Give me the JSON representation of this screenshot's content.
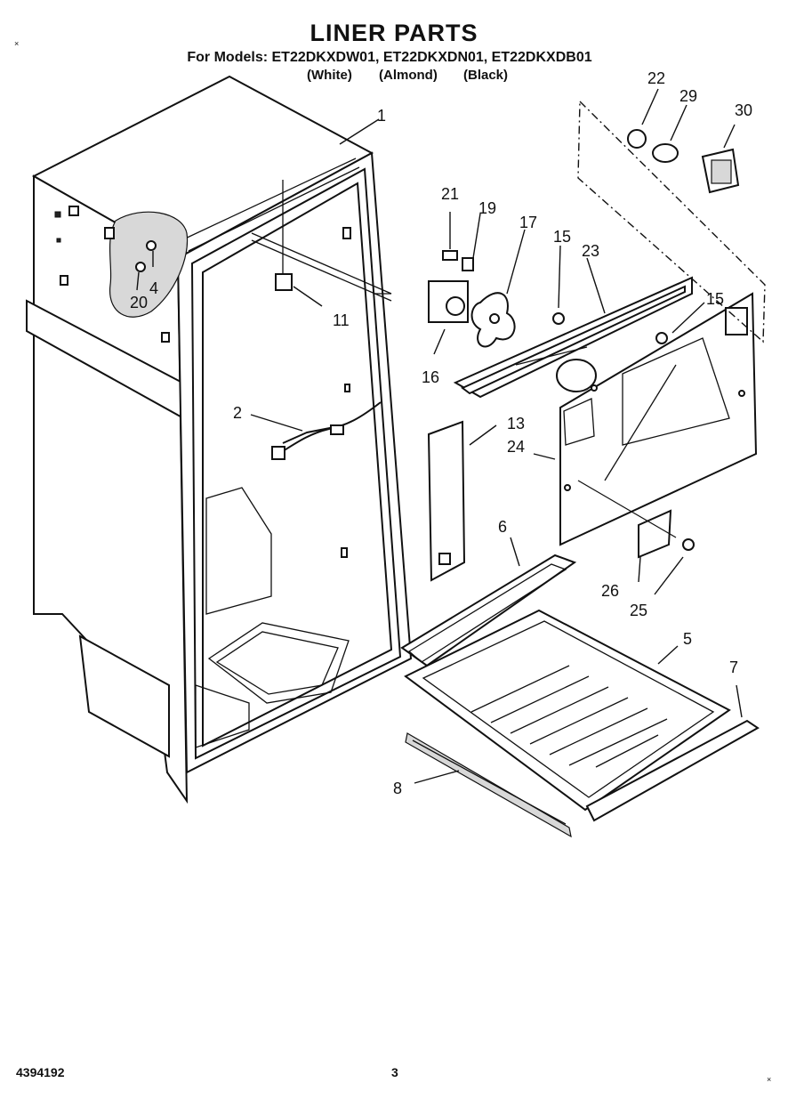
{
  "header": {
    "title": "LINER PARTS",
    "models_line": "For Models: ET22DKXDW01, ET22DKXDN01, ET22DKXDB01",
    "color_white": "(White)",
    "color_almond": "(Almond)",
    "color_black": "(Black)"
  },
  "footer": {
    "doc_number": "4394192",
    "page_number": "3"
  },
  "marks": {
    "corner_mark": "×"
  },
  "callouts": {
    "c1": "1",
    "c2": "2",
    "c4": "4",
    "c5": "5",
    "c6": "6",
    "c7": "7",
    "c8": "8",
    "c11": "11",
    "c13": "13",
    "c15a": "15",
    "c15b": "15",
    "c16": "16",
    "c17": "17",
    "c19": "19",
    "c20": "20",
    "c21": "21",
    "c22": "22",
    "c23": "23",
    "c24": "24",
    "c25": "25",
    "c26": "26",
    "c29": "29",
    "c30": "30"
  }
}
